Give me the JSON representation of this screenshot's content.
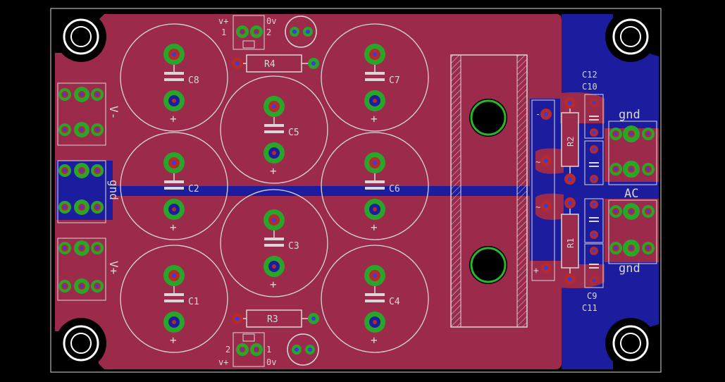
{
  "board": {
    "colors": {
      "background": "#000000",
      "top_copper": "#9b2a4b",
      "bottom_copper": "#1c1c9f",
      "silkscreen": "#d8d8d8",
      "pad": "#2aa52a",
      "via_ring": "#b52a2a",
      "drill": "#3a3ae0",
      "hole_ring": "#2ab52a"
    },
    "capacitors": [
      {
        "name": "C8",
        "plus": "+"
      },
      {
        "name": "C7",
        "plus": "+"
      },
      {
        "name": "C5",
        "plus": "+"
      },
      {
        "name": "C2",
        "plus": "+"
      },
      {
        "name": "C6",
        "plus": "+"
      },
      {
        "name": "C3",
        "plus": "+"
      },
      {
        "name": "C1",
        "plus": "+"
      },
      {
        "name": "C4",
        "plus": "+"
      }
    ],
    "resistors": {
      "r4": "R4",
      "r3": "R3",
      "r2": "R2",
      "r1": "R1"
    },
    "small_caps": {
      "c12": "C12",
      "c10": "C10",
      "c9": "C9",
      "c11": "C11"
    },
    "connectors": {
      "left": {
        "v_minus": "V-",
        "gnd": "gnd",
        "v_plus": "V+"
      },
      "right": {
        "gnd_top": "gnd",
        "ac": "AC",
        "gnd_bottom": "gnd"
      },
      "top_header": {
        "vplus": "v+",
        "zero_v": "0v",
        "pin1": "1",
        "pin2": "2"
      },
      "bottom_header": {
        "vplus": "v+",
        "zero_v": "0v",
        "pin1": "1",
        "pin2": "2"
      }
    },
    "bridge_marks": {
      "minus": "-",
      "tilde1": "~",
      "tilde2": "~",
      "plus": "+"
    }
  }
}
